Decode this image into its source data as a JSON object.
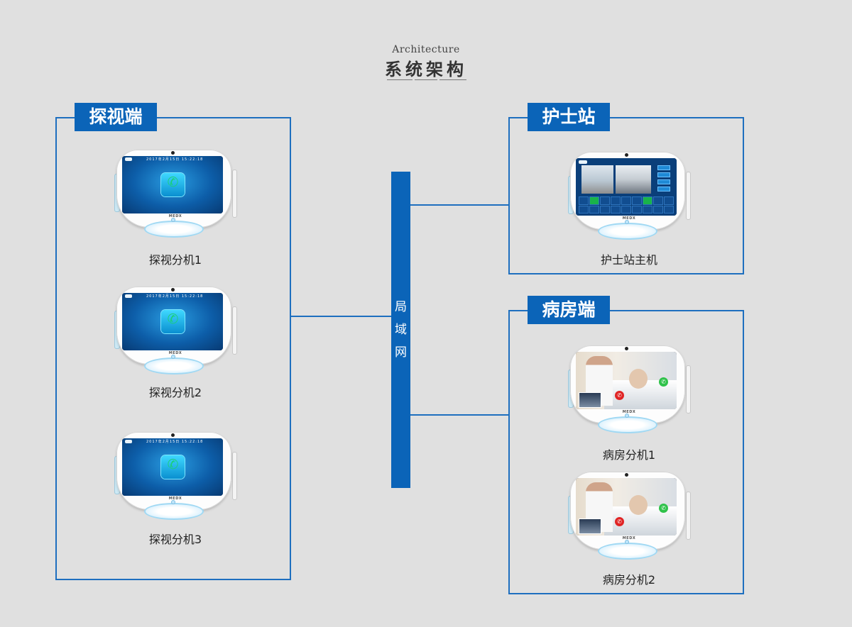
{
  "header": {
    "title_en": "Architecture",
    "title_zh": "系统架构"
  },
  "lan": {
    "chars": [
      "局",
      "域",
      "网"
    ]
  },
  "groups": {
    "visit": {
      "title": "探视端",
      "devices": [
        {
          "label": "探视分机1",
          "screen": "visit-call",
          "brand": "MEDX",
          "time": "2017年2月15日 15:22:18"
        },
        {
          "label": "探视分机2",
          "screen": "visit-call",
          "brand": "MEDX",
          "time": "2017年2月15日 15:22:18"
        },
        {
          "label": "探视分机3",
          "screen": "visit-call",
          "brand": "MEDX",
          "time": "2017年2月15日 15:22:18"
        }
      ]
    },
    "nurse": {
      "title": "护士站",
      "devices": [
        {
          "label": "护士站主机",
          "screen": "nurse-dashboard",
          "brand": "MEDX"
        }
      ]
    },
    "ward": {
      "title": "病房端",
      "devices": [
        {
          "label": "病房分机1",
          "screen": "ward-video-call",
          "brand": "MEDX"
        },
        {
          "label": "病房分机2",
          "screen": "ward-video-call",
          "brand": "MEDX"
        }
      ]
    }
  },
  "colors": {
    "accent": "#0b64b8",
    "line": "#1e6fbf",
    "background": "#e0e0e0"
  },
  "icons": {
    "call": "phone-icon",
    "hangup": "hangup-icon",
    "answer": "answer-icon"
  }
}
